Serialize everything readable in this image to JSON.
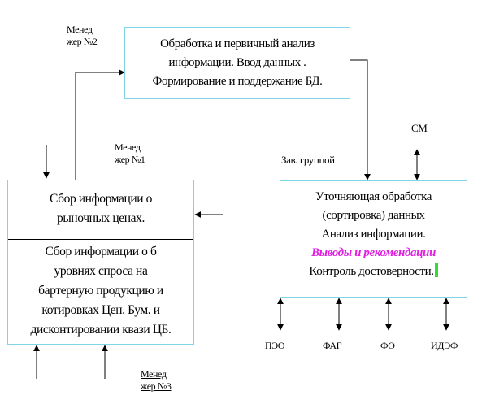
{
  "top_box": {
    "lines": [
      "Обработка и первичный анализ",
      "информации. Ввод данных .",
      "Формирование и поддержание БД."
    ]
  },
  "left_box": {
    "section1_lines": [
      "Сбор информации о",
      "рыночных ценах."
    ],
    "section2_lines": [
      "Сбор информации о б",
      "уровнях спроса на",
      "бартерную продукцию и",
      "котировках Цен. Бум. и",
      "дисконтировании квази ЦБ."
    ]
  },
  "right_box": {
    "lines": [
      "Уточняющая обработка",
      "(сортировка) данных",
      "Анализ информации."
    ],
    "highlight": "Выводы и рекомендации",
    "last_line": "Контроль достоверности."
  },
  "labels": {
    "manager2": [
      "Менед",
      "жер №2"
    ],
    "manager1": [
      "Менед",
      "жер №1"
    ],
    "manager3": [
      "Менед",
      "жер №3"
    ],
    "group_head": "Зав. группой",
    "cm": "СМ",
    "peo": "ПЭО",
    "fag": "ФАГ",
    "fo": "ФО",
    "idef": "ИДЭФ"
  },
  "colors": {
    "box_border": "#7fd4e6",
    "highlight": "#e01ee0",
    "cursor": "#33dd33"
  }
}
